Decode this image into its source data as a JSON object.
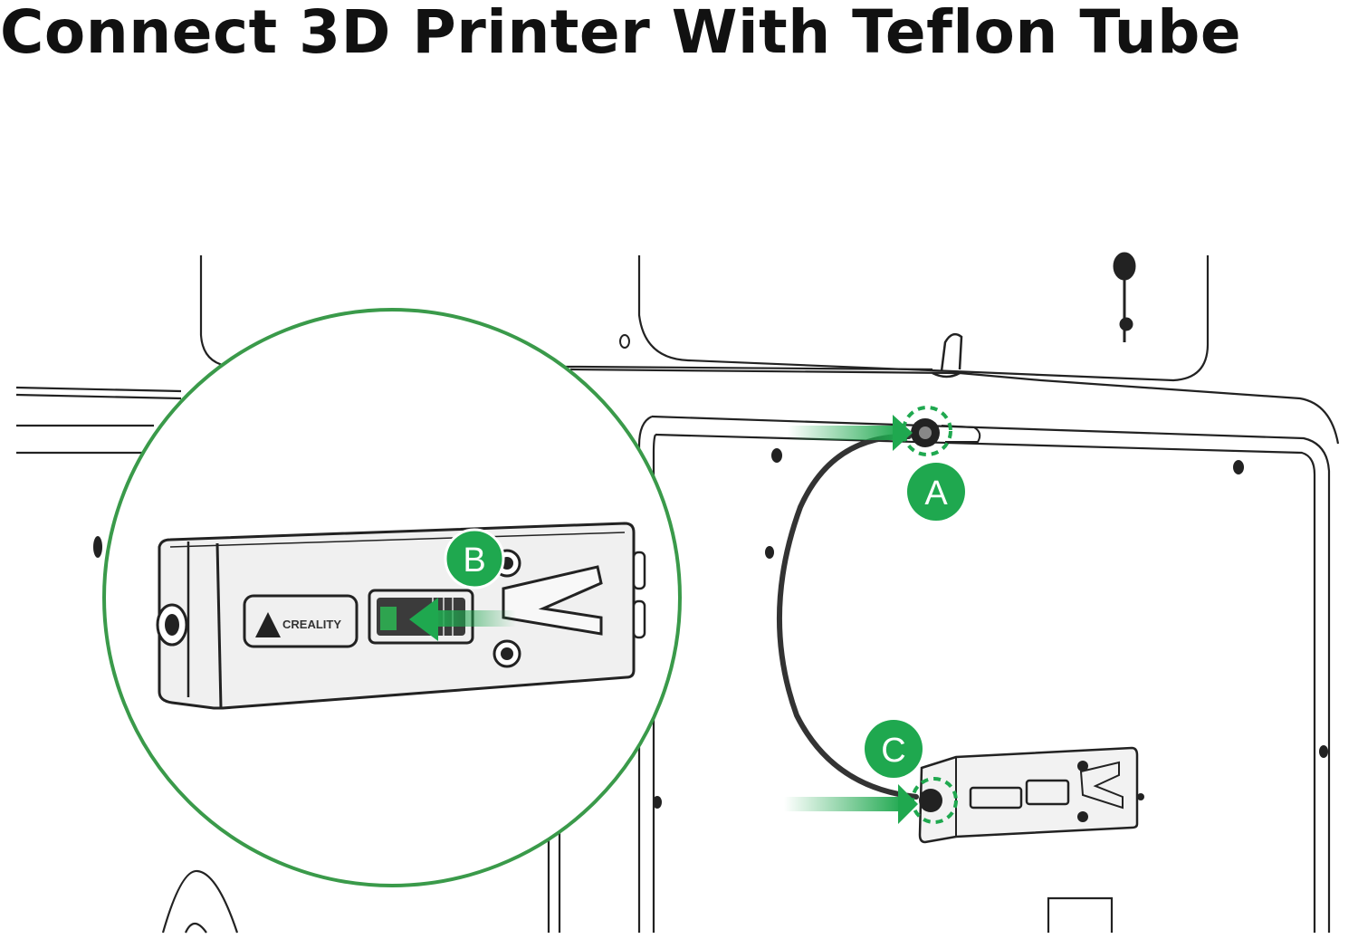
{
  "title": "Connect 3D Printer With Teflon Tube",
  "markers": {
    "a": "A",
    "b": "B",
    "c": "C"
  },
  "brand_logo_text": "CREALITY",
  "colors": {
    "accent": "#1fa84f",
    "ring": "#3a9a4a",
    "line": "#222222"
  }
}
